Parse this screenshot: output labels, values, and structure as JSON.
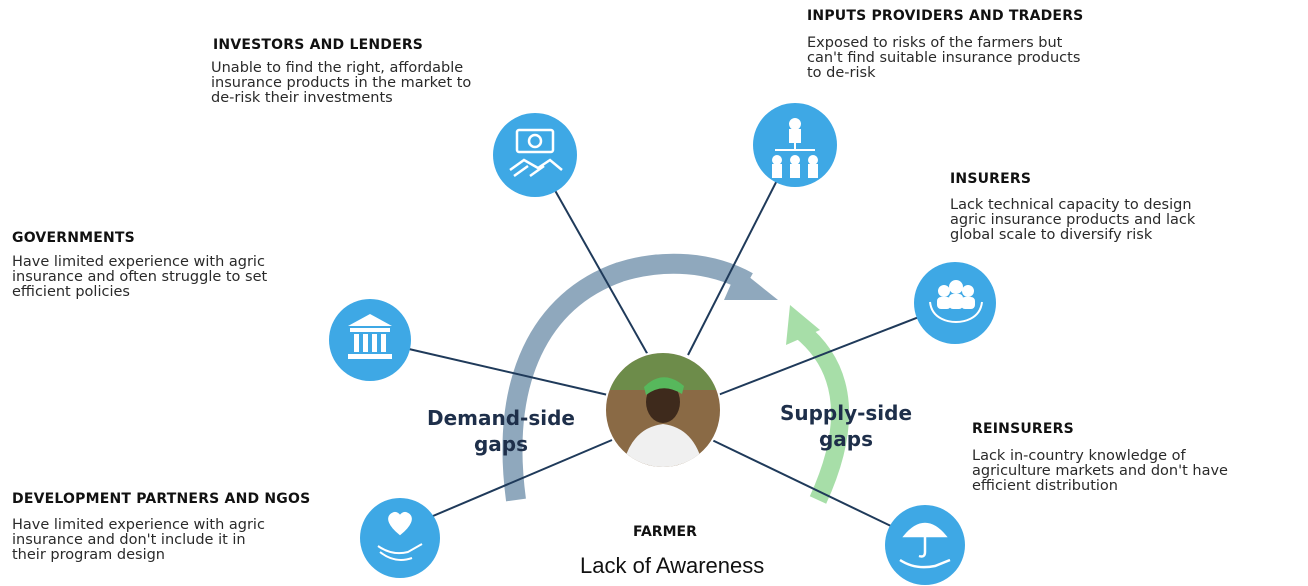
{
  "stakeholders": {
    "investors": {
      "title": "INVESTORS AND LENDERS",
      "lines": [
        "Unable to find the right, affordable",
        "insurance products in the market to",
        "de-risk their investments"
      ]
    },
    "inputs": {
      "title": "INPUTS PROVIDERS AND TRADERS",
      "lines": [
        "Exposed to risks of the farmers but",
        "can't find suitable insurance products",
        "to de-risk"
      ]
    },
    "insurers": {
      "title": "INSURERS",
      "lines": [
        "Lack technical capacity to design",
        "agric insurance products and lack",
        "global scale to diversify risk"
      ]
    },
    "governments": {
      "title": "GOVERNMENTS",
      "lines": [
        "Have limited experience with agric",
        "insurance and often struggle to set",
        "efficient policies"
      ]
    },
    "reinsurers": {
      "title": "REINSURERS",
      "lines": [
        "Lack in-country knowledge of",
        "agriculture markets and don't have",
        "efficient distribution"
      ]
    },
    "development": {
      "title": "DEVELOPMENT PARTNERS AND NGOS",
      "lines": [
        "Have limited experience with agric",
        "insurance and don't include it in",
        "their program design"
      ]
    }
  },
  "gaps": {
    "demand": [
      "Demand-side",
      "gaps"
    ],
    "supply": [
      "Supply-side",
      "gaps"
    ]
  },
  "farmer": {
    "title": "FARMER",
    "subtitle": "Lack of Awareness"
  },
  "colors": {
    "node_blue": "#3ea8e5",
    "line": "#1f3a5a",
    "demand_arrow": "#8fa8bd",
    "supply_arrow": "#a7dea8"
  },
  "icons": {
    "investors": "handshake-money-icon",
    "inputs": "hierarchy-people-icon",
    "insurers": "hands-group-icon",
    "governments": "government-building-icon",
    "reinsurers": "umbrella-hand-icon",
    "development": "heart-hand-icon"
  }
}
